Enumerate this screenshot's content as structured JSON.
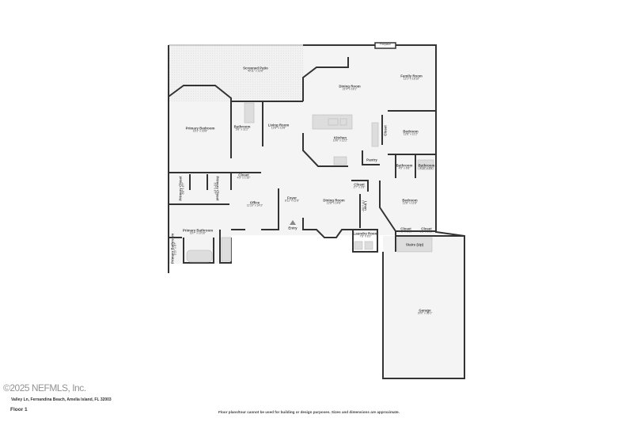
{
  "rooms": [
    {
      "name": "Screened Patio",
      "dim": "40'11\" x 13'8\""
    },
    {
      "name": "Dining Room",
      "dim": "21'4\" x 18'1\""
    },
    {
      "name": "Family Room",
      "dim": "12'1\" x 16'10\""
    },
    {
      "name": "Primary Bedroom",
      "dim": "16'1\" x 23'8\""
    },
    {
      "name": "Bathroom",
      "dim": "5'8\" x 11'2\""
    },
    {
      "name": "Living Room",
      "dim": "12'8\" x 13'8\""
    },
    {
      "name": "Kitchen",
      "dim": "19'6\" x 12'2\""
    },
    {
      "name": "Closet",
      "dim": ""
    },
    {
      "name": "Bedroom",
      "dim": "12'8\" x 11'2\""
    },
    {
      "name": "Pantry",
      "dim": ""
    },
    {
      "name": "Bathroom",
      "dim": "4'5\" x 6'8\""
    },
    {
      "name": "Bathroom",
      "dim": "4'10\" x 6'9\""
    },
    {
      "name": "Closet",
      "dim": "4'3\" x 1'10\""
    },
    {
      "name": "Primary Closet",
      "dim": "6'8\" x 8'7\""
    },
    {
      "name": "Primary Closet",
      "dim": "6'3\" x 8'7\""
    },
    {
      "name": "Office",
      "dim": "11'10\" x 14'3\""
    },
    {
      "name": "Foyer",
      "dim": "8'11\" x 11'8\""
    },
    {
      "name": "Entry",
      "dim": ""
    },
    {
      "name": "Dining Room",
      "dim": "12'8\" x 14'8\""
    },
    {
      "name": "Closet",
      "dim": "2'7\" x 2'8\""
    },
    {
      "name": "Linen",
      "dim": "1'9\" x 6'6\""
    },
    {
      "name": "Bedroom",
      "dim": "12'8\" x 11'8\""
    },
    {
      "name": "Laundry Room",
      "dim": "7'8\" x 8'3\""
    },
    {
      "name": "Closet",
      "dim": "4'3\" x 1'10\""
    },
    {
      "name": "Closet",
      "dim": "3'6\" x 1'10\""
    },
    {
      "name": "Stairs (Up)",
      "dim": ""
    },
    {
      "name": "Primary Bathroom",
      "dim": "16'7\" x 10'10\""
    },
    {
      "name": "Primary Bathroom",
      "dim": "3'10\" x 8'7\""
    },
    {
      "name": "Garage",
      "dim": "20'0\" x 36'1\""
    },
    {
      "name": "Fireplace",
      "dim": ""
    }
  ],
  "address": "Valley Ln, Fernandina Beach, Amelia Island, FL 32003",
  "watermark": "©2025 NEFMLS, Inc.",
  "floor_label": "Floor 1",
  "disclaimer": "Floor plans/tour cannot be used for building or design purposes. Sizes and dimensions are approximate.",
  "colors": {
    "wall": "#333333",
    "floor": "#f4f4f4",
    "window": "#c8c8c8"
  }
}
